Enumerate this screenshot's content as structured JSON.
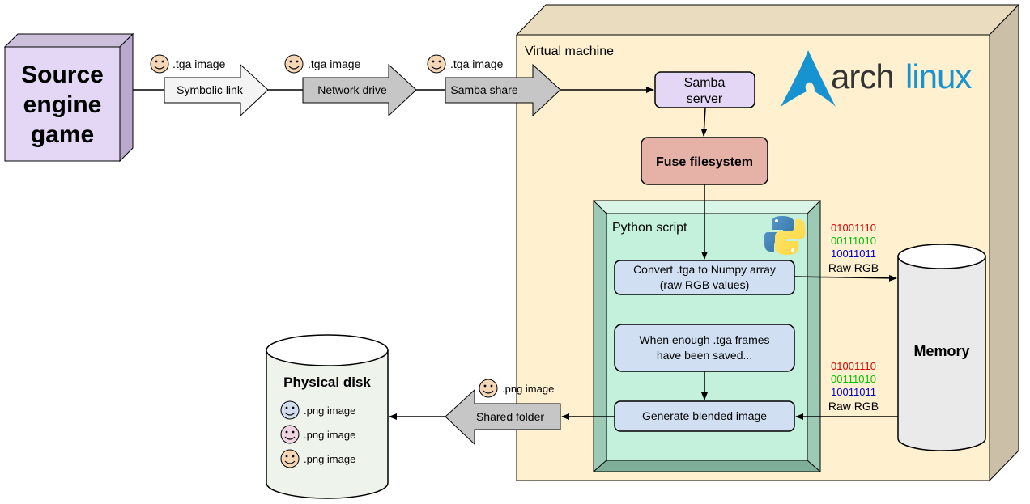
{
  "colors": {
    "purple_box": "#e4d7f5",
    "vm_front": "#fff0cf",
    "vm_side": "#cbbfa8",
    "fuse": "#e6b2a8",
    "python": "#c3f1dc",
    "python_frame": "#9ccab5",
    "step_box": "#d0e0f2",
    "cylinder": "#eaeaea",
    "disk": "#eef3ec",
    "arrow_light": "#f4f4f4",
    "arrow_gray": "#c6c6c6",
    "bits_red": "#e00000",
    "bits_green": "#00c000",
    "bits_blue": "#0000d0",
    "arch_blue": "#1793d1",
    "arch_gray": "#333333"
  },
  "source": {
    "lines": [
      "Source",
      "engine",
      "game"
    ]
  },
  "pipeline": {
    "tga_label": ".tga image",
    "symbolic_link": "Symbolic link",
    "network_drive": "Network drive",
    "samba_share": "Samba share"
  },
  "vm": {
    "title": "Virtual machine",
    "logo": {
      "arch": "arch",
      "linux": "linux"
    },
    "samba_server": [
      "Samba",
      "server"
    ],
    "fuse": "Fuse filesystem"
  },
  "python": {
    "title": "Python script",
    "convert": [
      "Convert .tga to Numpy array",
      "(raw RGB values)"
    ],
    "when_enough": [
      "When enough .tga frames",
      "have been saved..."
    ],
    "generate": "Generate blended image"
  },
  "bits": {
    "top": [
      "01001110",
      "00111010",
      "10011011"
    ],
    "bottom": [
      "01001110",
      "00111010",
      "10011011"
    ],
    "raw_label": "Raw RGB"
  },
  "memory": {
    "label": "Memory"
  },
  "output": {
    "png_label": ".png image",
    "shared_folder": "Shared folder"
  },
  "disk": {
    "title": "Physical disk",
    "items": [
      ".png image",
      ".png image",
      ".png image"
    ]
  }
}
